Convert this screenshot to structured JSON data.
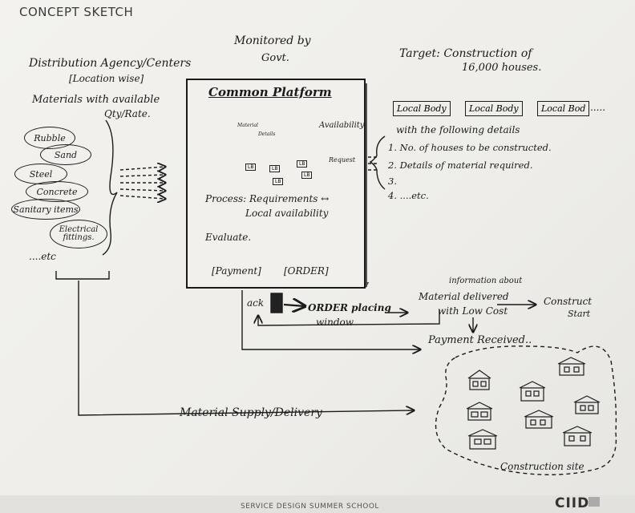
{
  "header": {
    "title": "CONCEPT SKETCH"
  },
  "distribution": {
    "title_line1": "Distribution Agency/Centers",
    "title_line2": "[Location wise]",
    "materials_line1": "Materials with available",
    "materials_line2": "Qty/Rate.",
    "materials": [
      "Rubble",
      "Sand",
      "Steel",
      "Concrete",
      "Sanitary items",
      "Electrical fittings."
    ],
    "etc": "....etc"
  },
  "monitor": {
    "line1": "Monitored by",
    "line2": "Govt."
  },
  "target": {
    "line1": "Target: Construction of",
    "line2": "16,000 houses."
  },
  "platform": {
    "title": "Common Platform",
    "availability": "Availability",
    "request": "Request",
    "cloud_labels": [
      "Material",
      "Details"
    ],
    "lb_label": "LB",
    "process_line1": "Process: Requirements ↔",
    "process_line2": "Local availability",
    "evaluate": "Evaluate.",
    "payment_button": "[Payment]",
    "order_button": "[ORDER]"
  },
  "local_bodies": {
    "items": [
      "Local Body",
      "Local Body",
      "Local Bod"
    ],
    "trail": ".....",
    "details_heading": "with the following details",
    "details": [
      "1. No. of houses to be constructed.",
      "2. Details of material required.",
      "3.",
      "4. ....etc."
    ]
  },
  "flow": {
    "ack": "ack",
    "order_window_line1": "ORDER placing",
    "order_window_line2": "window",
    "info_note": "information about",
    "material_delivered_line1": "Material delivered",
    "material_delivered_line2": "with Low Cost",
    "construct_line1": "Construct",
    "construct_line2": "Start",
    "payment_received": "Payment Received..",
    "supply": "Material Supply/Delivery"
  },
  "site": {
    "label": "Construction site"
  },
  "footer": {
    "school": "SERVICE DESIGN SUMMER SCHOOL",
    "logo": "CIID"
  }
}
